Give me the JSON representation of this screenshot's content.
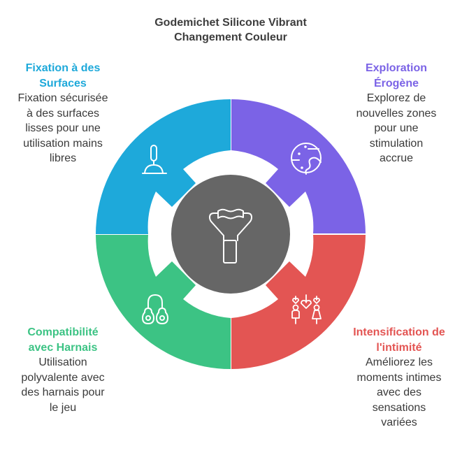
{
  "title": {
    "line1": "Godemichet Silicone Vibrant",
    "line2": "Changement Couleur"
  },
  "colors": {
    "blue": "#1ea9da",
    "purple": "#7b63e6",
    "green": "#3cc384",
    "red": "#e35553",
    "center": "#666666",
    "title": "#3d3d3d",
    "body_text": "#3a3a3a"
  },
  "center": {
    "icon": "dildo-toy-icon"
  },
  "segments": [
    {
      "id": "top-left",
      "color": "#1ea9da",
      "icon": "suction-cup-icon",
      "title_lines": [
        "Fixation à des",
        "Surfaces"
      ],
      "desc_lines": [
        "Fixation sécurisée",
        "à des surfaces",
        "lisses pour une",
        "utilisation mains",
        "libres"
      ]
    },
    {
      "id": "top-right",
      "color": "#7b63e6",
      "icon": "planet-globe-icon",
      "title_lines": [
        "Exploration",
        "Érogène"
      ],
      "desc_lines": [
        "Explorez de",
        "nouvelles zones",
        "pour une",
        "stimulation",
        "accrue"
      ]
    },
    {
      "id": "bottom-left",
      "color": "#3cc384",
      "icon": "harness-rings-icon",
      "title_lines": [
        "Compatibilité",
        "avec Harnais"
      ],
      "desc_lines": [
        "Utilisation",
        "polyvalente avec",
        "des harnais pour",
        "le jeu"
      ]
    },
    {
      "id": "bottom-right",
      "color": "#e35553",
      "icon": "couple-hearts-icon",
      "title_lines": [
        "Intensification de",
        "l'intimité"
      ],
      "desc_lines": [
        "Améliorez les",
        "moments intimes",
        "avec des",
        "sensations",
        "variées"
      ]
    }
  ]
}
